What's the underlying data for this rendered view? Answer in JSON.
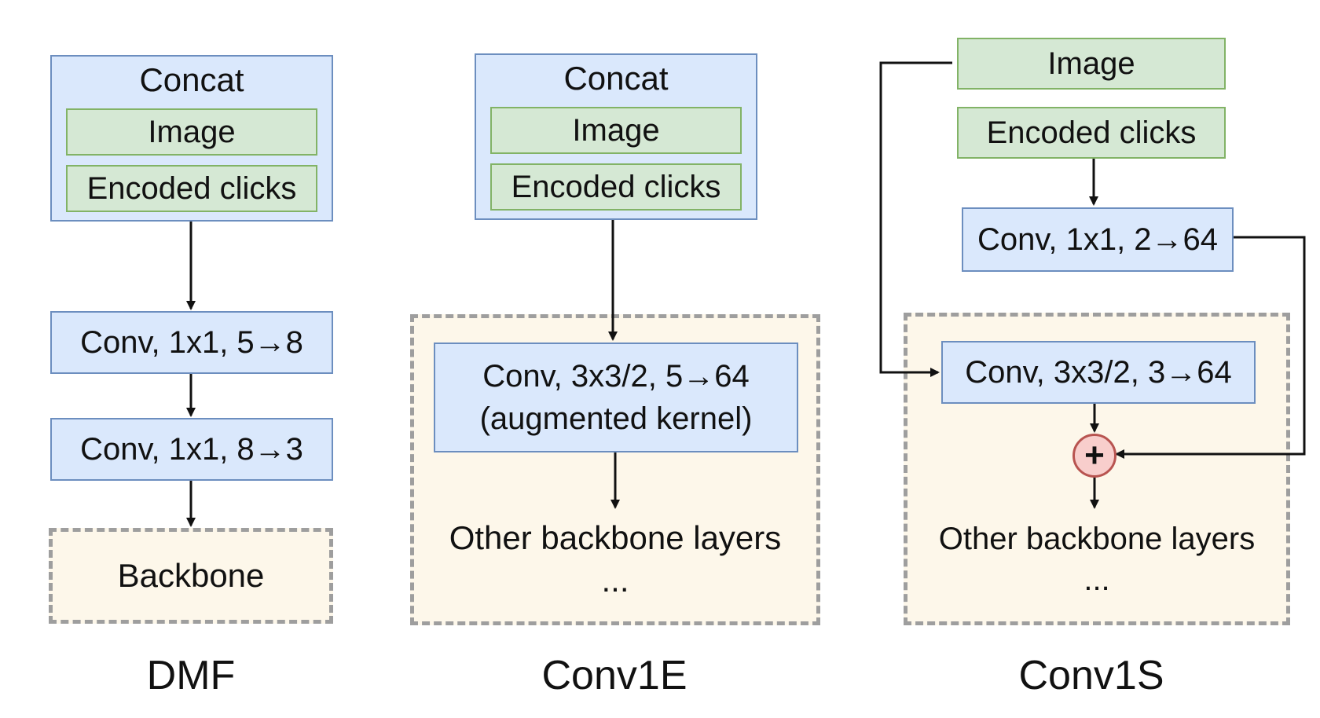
{
  "dmf": {
    "concat_label": "Concat",
    "image_label": "Image",
    "clicks_label": "Encoded clicks",
    "conv1_label": "Conv, 1x1, 5→8",
    "conv2_label": "Conv, 1x1, 8→3",
    "backbone_label": "Backbone",
    "caption": "DMF"
  },
  "conv1e": {
    "concat_label": "Concat",
    "image_label": "Image",
    "clicks_label": "Encoded clicks",
    "conv_line1": "Conv, 3x3/2, 5→64",
    "conv_line2": "(augmented kernel)",
    "other_label": "Other backbone layers",
    "ellipsis": "...",
    "caption": "Conv1E"
  },
  "conv1s": {
    "image_label": "Image",
    "clicks_label": "Encoded clicks",
    "conv_clicks_label": "Conv, 1x1, 2→64",
    "conv_main_label": "Conv, 3x3/2, 3→64",
    "plus_symbol": "+",
    "other_label": "Other backbone layers",
    "ellipsis": "...",
    "caption": "Conv1S"
  },
  "colors": {
    "conv_fill": "#dae8fc",
    "conv_stroke": "#6c8ebf",
    "input_fill": "#d5e8d4",
    "input_stroke": "#82b366",
    "backbone_fill": "#fdf7ea",
    "backbone_stroke": "#9e9e9e",
    "sum_fill": "#f8cecc",
    "sum_stroke": "#b85450"
  }
}
